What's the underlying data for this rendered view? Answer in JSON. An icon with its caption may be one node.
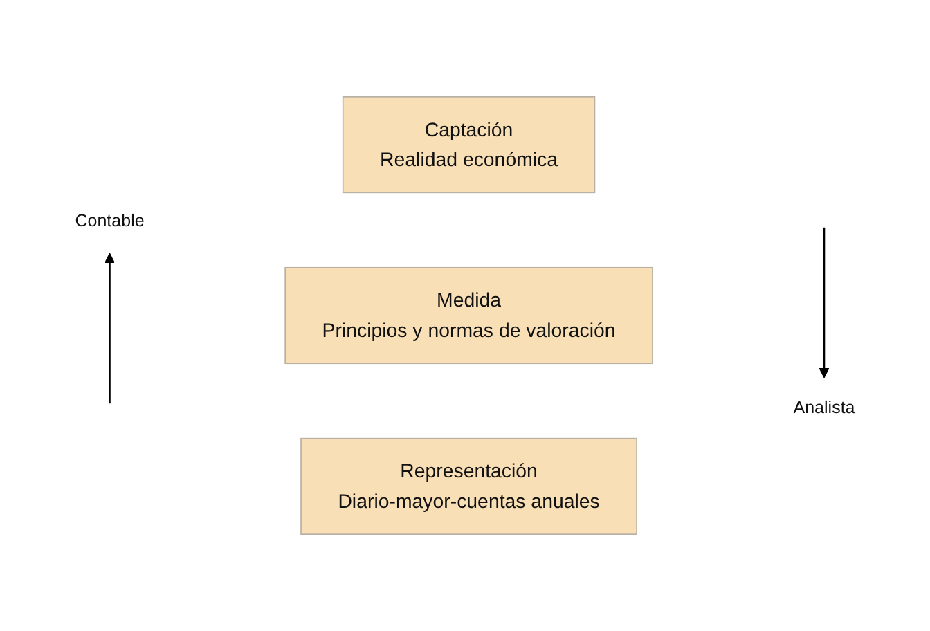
{
  "diagram": {
    "nodes": [
      {
        "text": [
          "Contable"
        ]
      },
      {
        "text": [
          "Captación",
          "Realidad económica"
        ]
      },
      {
        "text": [
          "Medida",
          "Principios y normas de valoración"
        ]
      },
      {
        "text": [
          "Representación",
          "Diario-mayor-cuentas anuales"
        ]
      },
      {
        "text": [
          "Analista"
        ]
      }
    ],
    "edges": [
      {
        "from": null,
        "to": 0,
        "arrow": "to"
      },
      {
        "from": null,
        "to": 4,
        "arrow": "to"
      }
    ]
  }
}
